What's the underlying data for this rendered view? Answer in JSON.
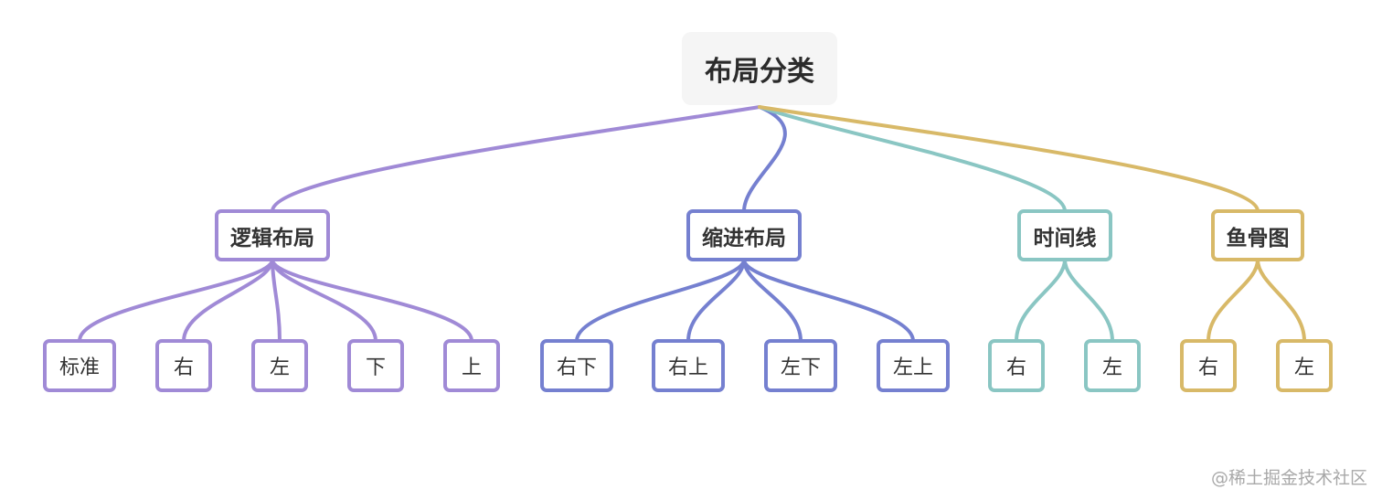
{
  "colors": {
    "purple": "#a08ad6",
    "indigo": "#7580d0",
    "teal": "#8ac6c3",
    "gold": "#d8b968",
    "root_bg": "#f5f5f5"
  },
  "root": {
    "label": "布局分类"
  },
  "branches": [
    {
      "label": "逻辑布局",
      "color": "purple",
      "children": [
        "标准",
        "右",
        "左",
        "下",
        "上"
      ]
    },
    {
      "label": "缩进布局",
      "color": "indigo",
      "children": [
        "右下",
        "右上",
        "左下",
        "左上"
      ]
    },
    {
      "label": "时间线",
      "color": "teal",
      "children": [
        "右",
        "左"
      ]
    },
    {
      "label": "鱼骨图",
      "color": "gold",
      "children": [
        "右",
        "左"
      ]
    }
  ],
  "watermark": "@稀土掘金技术社区"
}
